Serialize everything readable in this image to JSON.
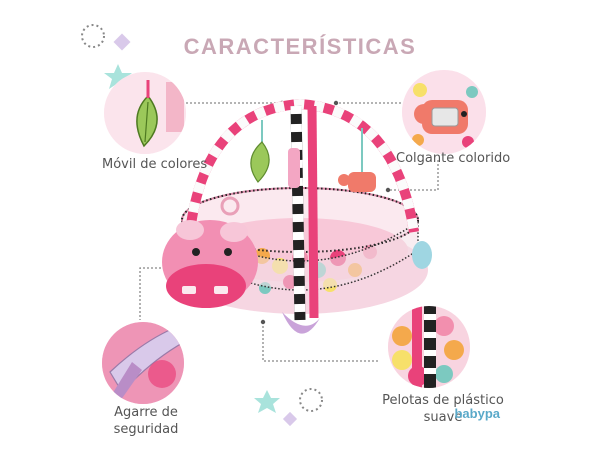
{
  "title": "CARACTERÍSTICAS",
  "features": {
    "movil": "Móvil de colores",
    "colgante": "Colgante colorido",
    "agarre_line1": "Agarre de",
    "agarre_line2": "seguridad",
    "pelotas_line1": "Pelotas de plástico",
    "pelotas_line2": "suave"
  },
  "brand": "babypa",
  "colors": {
    "title": "#c9a8b5",
    "accent_pink": "#e9427a",
    "light_pink": "#f3a6c3",
    "star_mint": "#a9e3dc",
    "diamond_lilac": "#d9c9ea"
  }
}
